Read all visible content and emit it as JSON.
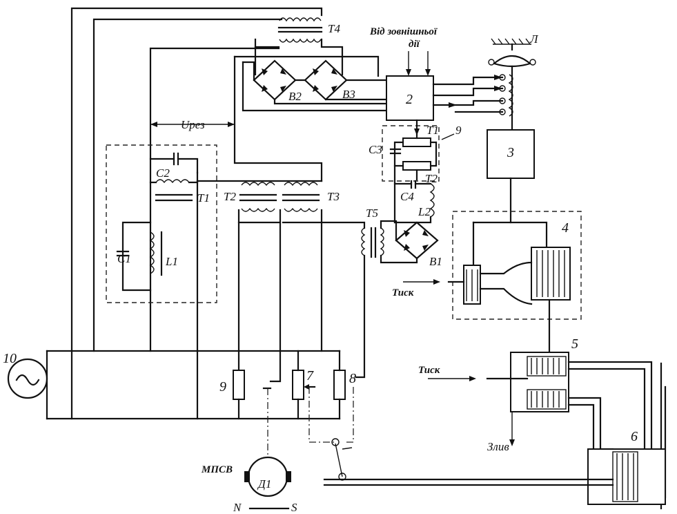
{
  "labels": {
    "external_influence_line1": "Від зовнішньої",
    "external_influence_line2": "дії",
    "u_res": "Uрез",
    "pressure_top": "Тиск",
    "pressure_bottom": "Тиск",
    "drain": "Злив",
    "motor": "МПСВ",
    "motor_winding": "Д1",
    "pole_n": "N",
    "pole_s": "S",
    "c1": "C1",
    "l1": "L1",
    "c2": "C2",
    "c3": "C3",
    "c4": "C4",
    "l2": "L2",
    "t1": "T1",
    "t2": "T2",
    "t3": "T3",
    "t4": "T4",
    "t5": "T5",
    "b1": "B1",
    "b2": "B2",
    "b3": "B3",
    "tr_1": "T1",
    "tr_2": "T2",
    "lever": "Л",
    "n2": "2",
    "n3": "3",
    "n4": "4",
    "n5": "5",
    "n6": "6",
    "n7": "7",
    "n8": "8",
    "n9_res": "9",
    "n9_block": "9",
    "n10": "10"
  }
}
